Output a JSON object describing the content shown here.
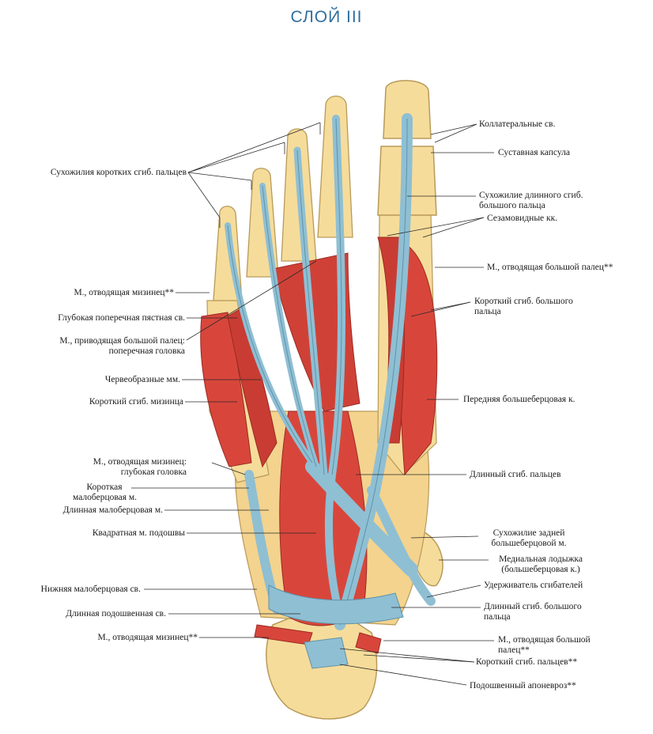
{
  "title": "СЛОЙ III",
  "colors": {
    "title": "#2f6f9c",
    "bone": "#f6dc9a",
    "bone_edge": "#b89a5a",
    "tendon": "#8fbfd3",
    "tendon_edge": "#5e93ab",
    "muscle": "#d8463b",
    "muscle_edge": "#9b2a22"
  },
  "labels_left": [
    {
      "id": "short-flexor-tendons",
      "lines": [
        "Сухожилия коротких сгиб. пальцев"
      ]
    },
    {
      "id": "abductor-digiti-minimi-1",
      "lines": [
        "М., отводящая мизинец**"
      ]
    },
    {
      "id": "deep-transverse-metatarsal-lig",
      "lines": [
        "Глубокая поперечная пястная св."
      ]
    },
    {
      "id": "adductor-hallucis-transverse",
      "lines": [
        "М., приводящая большой палец:",
        "поперечная головка"
      ]
    },
    {
      "id": "lumbricals",
      "lines": [
        "Червеобразные мм."
      ]
    },
    {
      "id": "flexor-digiti-minimi-brevis",
      "lines": [
        "Короткий сгиб. мизинца"
      ]
    },
    {
      "id": "abductor-digiti-minimi-deep",
      "lines": [
        "М., отводящая мизинец:",
        "глубокая головка"
      ]
    },
    {
      "id": "peroneus-brevis",
      "lines": [
        "Короткая",
        "малоберцовая м."
      ]
    },
    {
      "id": "peroneus-longus",
      "lines": [
        "Длинная малоберцовая м."
      ]
    },
    {
      "id": "quadratus-plantae",
      "lines": [
        "Квадратная м. подошвы"
      ]
    },
    {
      "id": "inferior-peroneal-retinaculum",
      "lines": [
        "Нижняя малоберцовая св."
      ]
    },
    {
      "id": "long-plantar-lig",
      "lines": [
        "Длинная подошвенная св."
      ]
    },
    {
      "id": "abductor-digiti-minimi-2",
      "lines": [
        "М., отводящая мизинец**"
      ]
    }
  ],
  "labels_right": [
    {
      "id": "collateral-lig",
      "lines": [
        "Коллатеральные св."
      ]
    },
    {
      "id": "joint-capsule",
      "lines": [
        "Суставная капсула"
      ]
    },
    {
      "id": "flexor-hallucis-longus-tendon",
      "lines": [
        "Сухожилие длинного сгиб.",
        "большого пальца"
      ]
    },
    {
      "id": "sesamoid-bones",
      "lines": [
        "Сезамовидные кк."
      ]
    },
    {
      "id": "abductor-hallucis-1",
      "lines": [
        "М., отводящая большой палец**"
      ]
    },
    {
      "id": "flexor-hallucis-brevis",
      "lines": [
        "Короткий сгиб. большого",
        "пальца"
      ]
    },
    {
      "id": "tibialis-anterior",
      "lines": [
        "Передняя большеберцовая к."
      ]
    },
    {
      "id": "flexor-digitorum-longus",
      "lines": [
        "Длинный сгиб. пальцев"
      ]
    },
    {
      "id": "tibialis-posterior-tendon",
      "lines": [
        "Сухожилие задней",
        "большеберцовой м."
      ]
    },
    {
      "id": "medial-malleolus",
      "lines": [
        "Медиальная лодыжка",
        "(большеберцовая к.)"
      ]
    },
    {
      "id": "flexor-retinaculum",
      "lines": [
        "Удерживатель сгибателей"
      ]
    },
    {
      "id": "flexor-hallucis-longus",
      "lines": [
        "Длинный сгиб. большого",
        "пальца"
      ]
    },
    {
      "id": "abductor-hallucis-2",
      "lines": [
        "М., отводящая большой",
        "палец**"
      ]
    },
    {
      "id": "flexor-digitorum-brevis",
      "lines": [
        "Короткий сгиб. пальцев**"
      ]
    },
    {
      "id": "plantar-aponeurosis",
      "lines": [
        "Подошвенный апоневроз**"
      ]
    }
  ]
}
